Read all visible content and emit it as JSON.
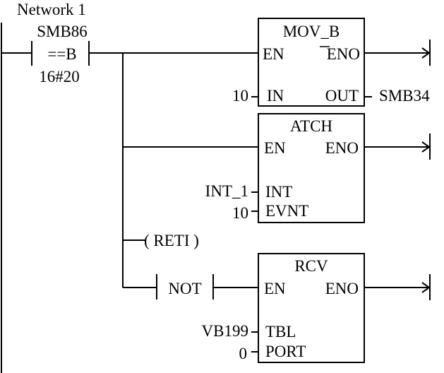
{
  "network": {
    "title": "Network  1"
  },
  "compare_contact": {
    "operand_top": "SMB86",
    "operator": "==B",
    "operand_bottom": "16#20"
  },
  "blocks": [
    {
      "name": "MOV_B",
      "en": "EN",
      "eno": "ENO",
      "inputs": [
        {
          "pin": "IN",
          "value": "10"
        }
      ],
      "outputs": [
        {
          "pin": "OUT",
          "value": "SMB34"
        }
      ]
    },
    {
      "name": "ATCH",
      "en": "EN",
      "eno": "ENO",
      "inputs": [
        {
          "pin": "INT",
          "value": "INT_1"
        },
        {
          "pin": "EVNT",
          "value": "10"
        }
      ],
      "outputs": []
    },
    {
      "name": "RCV",
      "en": "EN",
      "eno": "ENO",
      "inputs": [
        {
          "pin": "TBL",
          "value": "VB199"
        },
        {
          "pin": "PORT",
          "value": "0"
        }
      ],
      "outputs": []
    }
  ],
  "coil": {
    "label": "( RETI )"
  },
  "not_contact": {
    "label": "NOT"
  }
}
